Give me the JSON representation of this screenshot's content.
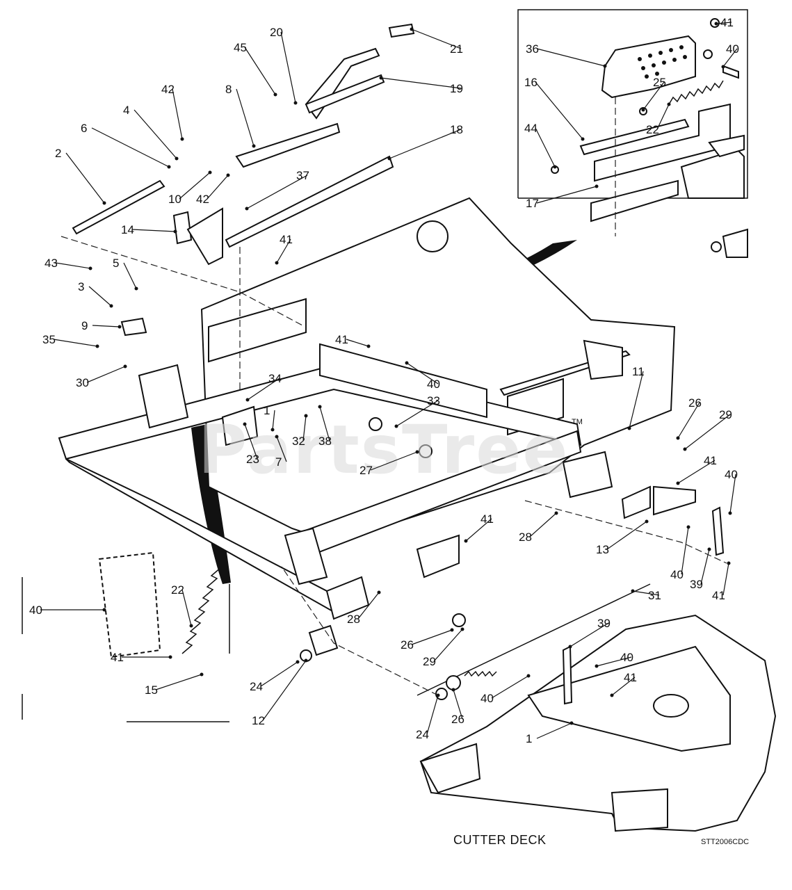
{
  "caption": "CUTTER DECK",
  "drawing_code": "STT2006CDC",
  "watermark": "PartsTree",
  "trademark": "TM",
  "callouts": [
    {
      "id": "c1",
      "n": "41"
    },
    {
      "id": "c2",
      "n": "36"
    },
    {
      "id": "c3",
      "n": "40"
    },
    {
      "id": "c4",
      "n": "16"
    },
    {
      "id": "c5",
      "n": "25"
    },
    {
      "id": "c6",
      "n": "22"
    },
    {
      "id": "c7",
      "n": "44"
    },
    {
      "id": "c8",
      "n": "17"
    },
    {
      "id": "c9",
      "n": "20"
    },
    {
      "id": "c10",
      "n": "21"
    },
    {
      "id": "c11",
      "n": "45"
    },
    {
      "id": "c12",
      "n": "19"
    },
    {
      "id": "c13",
      "n": "8"
    },
    {
      "id": "c14",
      "n": "42"
    },
    {
      "id": "c15",
      "n": "4"
    },
    {
      "id": "c16",
      "n": "6"
    },
    {
      "id": "c17",
      "n": "18"
    },
    {
      "id": "c18",
      "n": "2"
    },
    {
      "id": "c19",
      "n": "10"
    },
    {
      "id": "c20",
      "n": "42"
    },
    {
      "id": "c21",
      "n": "37"
    },
    {
      "id": "c22",
      "n": "14"
    },
    {
      "id": "c23",
      "n": "41"
    },
    {
      "id": "c24",
      "n": "43"
    },
    {
      "id": "c25",
      "n": "5"
    },
    {
      "id": "c26",
      "n": "3"
    },
    {
      "id": "c27",
      "n": "9"
    },
    {
      "id": "c28",
      "n": "35"
    },
    {
      "id": "c29",
      "n": "41"
    },
    {
      "id": "c30",
      "n": "30"
    },
    {
      "id": "c31",
      "n": "40"
    },
    {
      "id": "c32",
      "n": "34"
    },
    {
      "id": "c33",
      "n": "11"
    },
    {
      "id": "c34",
      "n": "1"
    },
    {
      "id": "c35",
      "n": "33"
    },
    {
      "id": "c36",
      "n": "26"
    },
    {
      "id": "c37",
      "n": "29"
    },
    {
      "id": "c38",
      "n": "23"
    },
    {
      "id": "c39",
      "n": "7"
    },
    {
      "id": "c40",
      "n": "32"
    },
    {
      "id": "c41",
      "n": "38"
    },
    {
      "id": "c42",
      "n": "27"
    },
    {
      "id": "c43",
      "n": "41"
    },
    {
      "id": "c44",
      "n": "40"
    },
    {
      "id": "c45",
      "n": "41"
    },
    {
      "id": "c46",
      "n": "28"
    },
    {
      "id": "c47",
      "n": "13"
    },
    {
      "id": "c48",
      "n": "40"
    },
    {
      "id": "c49",
      "n": "39"
    },
    {
      "id": "c50",
      "n": "41"
    },
    {
      "id": "c51",
      "n": "22"
    },
    {
      "id": "c52",
      "n": "40"
    },
    {
      "id": "c53",
      "n": "31"
    },
    {
      "id": "c54",
      "n": "28"
    },
    {
      "id": "c55",
      "n": "26"
    },
    {
      "id": "c56",
      "n": "29"
    },
    {
      "id": "c57",
      "n": "39"
    },
    {
      "id": "c58",
      "n": "41"
    },
    {
      "id": "c59",
      "n": "15"
    },
    {
      "id": "c60",
      "n": "24"
    },
    {
      "id": "c61",
      "n": "40"
    },
    {
      "id": "c62",
      "n": "41"
    },
    {
      "id": "c63",
      "n": "12"
    },
    {
      "id": "c64",
      "n": "40"
    },
    {
      "id": "c65",
      "n": "24"
    },
    {
      "id": "c66",
      "n": "26"
    },
    {
      "id": "c67",
      "n": "1"
    }
  ]
}
